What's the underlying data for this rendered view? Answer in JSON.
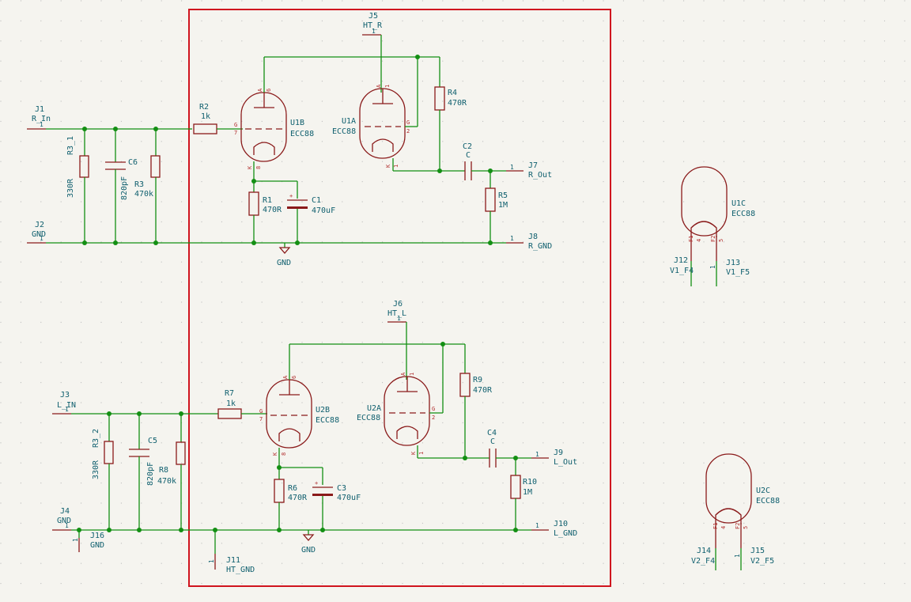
{
  "labels": {
    "J1": "J1",
    "R_In": "R_In",
    "J2": "J2",
    "GND": "GND",
    "J3": "J3",
    "L_IN": "L_IN",
    "J4": "J4",
    "J16": "J16",
    "J5": "J5",
    "HT_R": "HT_R",
    "J6": "J6",
    "HT_L": "HT_L",
    "J7": "J7",
    "R_Out": "R_Out",
    "J8": "J8",
    "R_GND": "R_GND",
    "J9": "J9",
    "L_Out": "L_Out",
    "J10": "J10",
    "L_GND": "L_GND",
    "J11": "J11",
    "HT_GND": "HT_GND",
    "J12": "J12",
    "V1_F4": "V1_F4",
    "J13": "J13",
    "V1_F5": "V1_F5",
    "J14": "J14",
    "V2_F4": "V2_F4",
    "J15": "J15",
    "V2_F5": "V2_F5",
    "R3_1": "R3_1",
    "R3_2": "R3_2",
    "ohm330": "330R",
    "C6": "C6",
    "C5": "C5",
    "pf820": "820pF",
    "R3": "R3",
    "R8": "R8",
    "k470": "470k",
    "R2": "R2",
    "R7": "R7",
    "k1": "1k",
    "R1": "R1",
    "R6": "R6",
    "R4": "R4",
    "R9": "R9",
    "ohm470": "470R",
    "C1": "C1",
    "C3": "C3",
    "uf470": "470uF",
    "C2": "C2",
    "C4": "C4",
    "c": "C",
    "R5": "R5",
    "R10": "R10",
    "M1": "1M",
    "U1B": "U1B",
    "U1A": "U1A",
    "U1C": "U1C",
    "U2B": "U2B",
    "U2A": "U2A",
    "U2C": "U2C",
    "ECC88": "ECC88",
    "pin1": "1",
    "pin2": "2",
    "pin4": "4",
    "pin5": "5",
    "pin6": "6",
    "pin7": "7",
    "pin8": "8",
    "A": "A",
    "G": "G",
    "K": "K",
    "F1": "F1",
    "F2": "F2"
  }
}
